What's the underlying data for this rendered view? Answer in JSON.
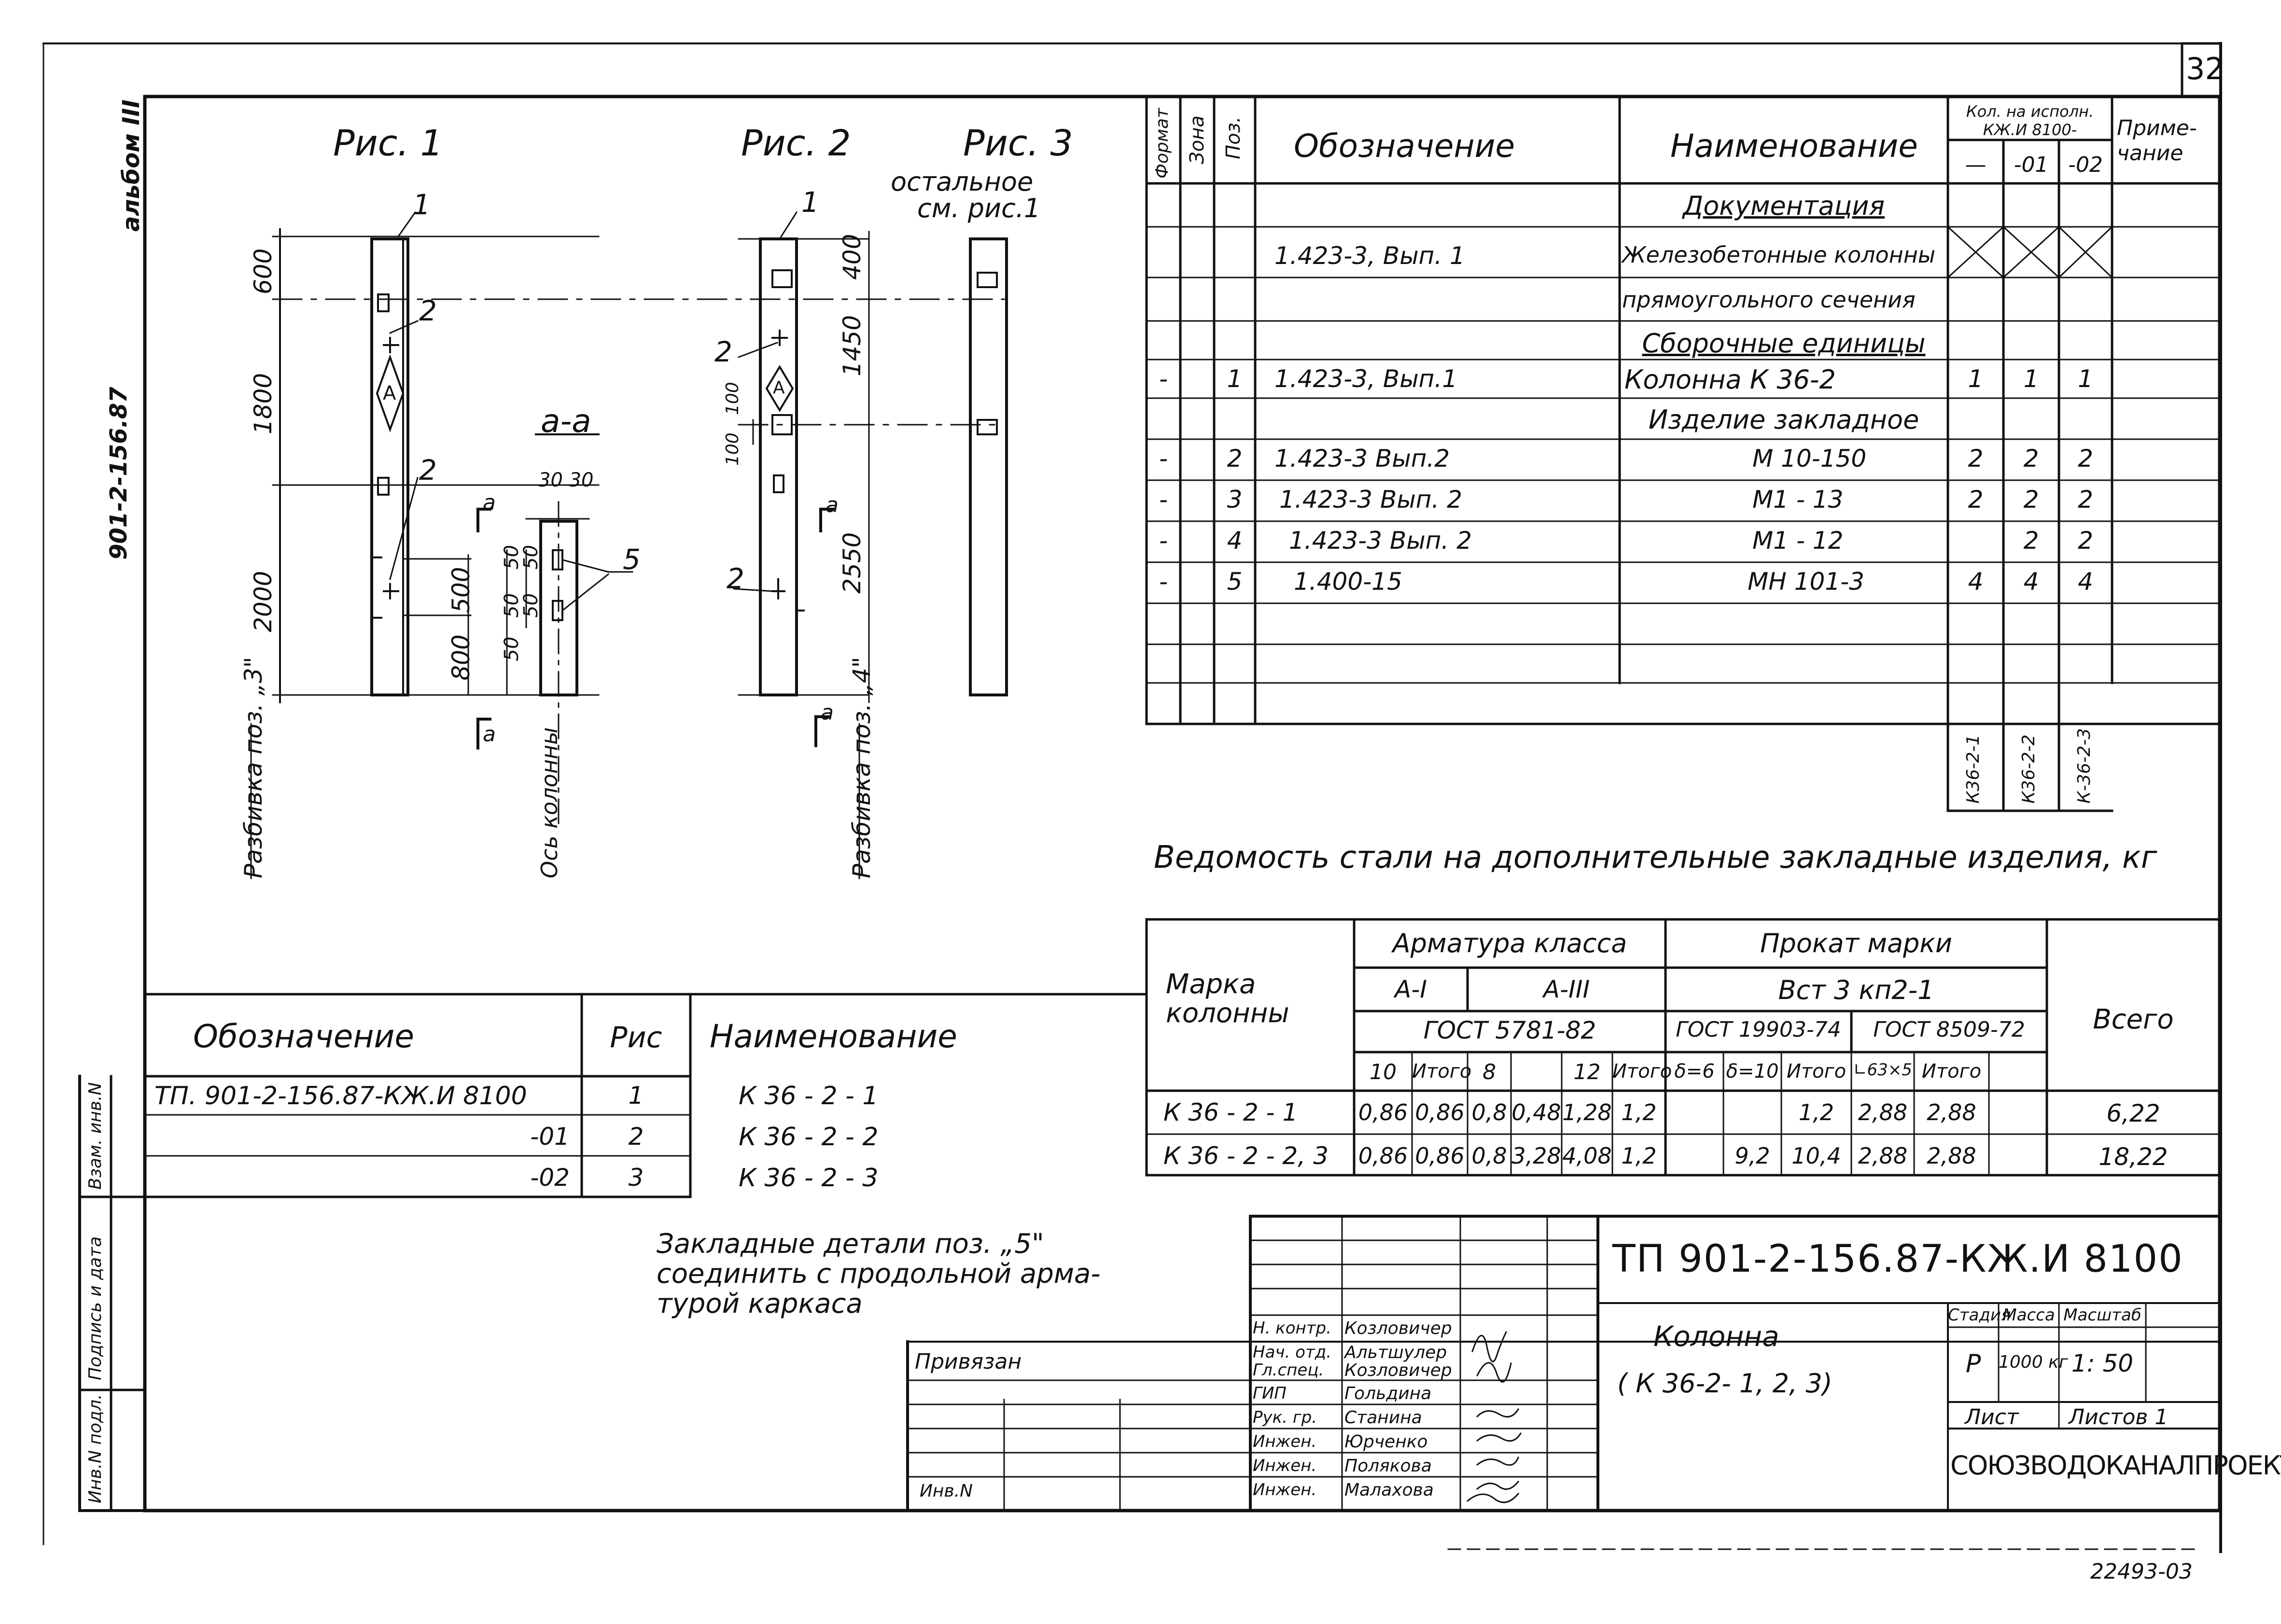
{
  "sheet_number": "32",
  "side_labels": {
    "album": "альбом III",
    "project": "901-2-156.87"
  },
  "figures": {
    "fig1_title": "Рис. 1",
    "fig2_title": "Рис. 2",
    "fig3_title": "Рис. 3",
    "fig3_note_line1": "остальное",
    "fig3_note_line2": "см. рис.1",
    "section_title": "а-а",
    "dims_fig1": [
      "600",
      "1800",
      "2000"
    ],
    "dims_fig1_inner": [
      "500",
      "800"
    ],
    "dims_fig2": [
      "400",
      "1450",
      "2550"
    ],
    "dims_fig2_inner": [
      "100",
      "100"
    ],
    "dims_section_top": "30 30",
    "dims_section": [
      "50",
      "50",
      "50",
      "50",
      "50"
    ],
    "callout_1": "1",
    "callout_2": "2",
    "callout_5": "5",
    "mark_A": "А",
    "cut_a": "а",
    "axis_column": "Ось колонны",
    "breakdown_fig1": "Разбивка поз. „3\"",
    "breakdown_fig2": "Разбивка поз. „4\""
  },
  "spec_table": {
    "headers": {
      "format": "Формат",
      "zone": "Зона",
      "pos": "Поз.",
      "designation": "Обозначение",
      "name": "Наименование",
      "qty_title": "Кол. на исполн. КЖ.И 8100-",
      "qty_cols": [
        "—",
        "-01",
        "-02"
      ],
      "note": "Приме-чание"
    },
    "rows": [
      {
        "dash": "",
        "pos": "",
        "designation": "",
        "name": "Документация",
        "q1": "",
        "q2": "",
        "q3": ""
      },
      {
        "dash": "",
        "pos": "",
        "designation": "1.423-3, Вып. 1",
        "name": "Железобетонные колонны",
        "q1": "",
        "q2": "",
        "q3": ""
      },
      {
        "dash": "",
        "pos": "",
        "designation": "",
        "name": "прямоугольного сечения",
        "q1": "",
        "q2": "",
        "q3": ""
      },
      {
        "dash": "",
        "pos": "",
        "designation": "",
        "name": "Сборочные единицы",
        "q1": "",
        "q2": "",
        "q3": ""
      },
      {
        "dash": "-",
        "pos": "1",
        "designation": "1.423-3, Вып.1",
        "name": "Колонна К 36-2",
        "q1": "1",
        "q2": "1",
        "q3": "1"
      },
      {
        "dash": "",
        "pos": "",
        "designation": "",
        "name": "Изделие закладное",
        "q1": "",
        "q2": "",
        "q3": ""
      },
      {
        "dash": "-",
        "pos": "2",
        "designation": "1.423-3 Вып.2",
        "name": "М 10-150",
        "q1": "2",
        "q2": "2",
        "q3": "2"
      },
      {
        "dash": "-",
        "pos": "3",
        "designation": "1.423-3 Вып. 2",
        "name": "М1 - 13",
        "q1": "2",
        "q2": "2",
        "q3": "2"
      },
      {
        "dash": "-",
        "pos": "4",
        "designation": "1.423-3 Вып. 2",
        "name": "М1 - 12",
        "q1": "",
        "q2": "2",
        "q3": "2"
      },
      {
        "dash": "-",
        "pos": "5",
        "designation": "1.400-15",
        "name": "МН 101-3",
        "q1": "4",
        "q2": "4",
        "q3": "4"
      }
    ],
    "footer_marks": [
      "К36-2-1",
      "К36-2-2",
      "К-36-2-3"
    ]
  },
  "steel_title": "Ведомость стали на дополнительные закладные изделия, кг",
  "steel_table": {
    "col_mark": "Марка колонны",
    "arm_class": "Арматура класса",
    "prokat": "Прокат марки",
    "a1": "А-I",
    "a3": "А-III",
    "vst": "Вст 3 кп2-1",
    "gost1": "ГОСТ 5781-82",
    "gost2": "ГОСТ 19903-74",
    "gost3": "ГОСТ 8509-72",
    "total": "Всего",
    "sub": [
      "10",
      "Итого",
      "8",
      "12",
      "Итого",
      "δ=6",
      "δ=10",
      "Итого",
      "∟63×5",
      "Итого"
    ],
    "rows": [
      {
        "mark": "К 36 - 2 - 1",
        "vals": [
          "0,86",
          "0,86",
          "0,8",
          "0,48",
          "1,28",
          "1,2",
          "",
          "1,2",
          "2,88",
          "2,88"
        ],
        "total": "6,22"
      },
      {
        "mark": "К 36 - 2 - 2, 3",
        "vals": [
          "0,86",
          "0,86",
          "0,8",
          "3,28",
          "4,08",
          "1,2",
          "9,2",
          "10,4",
          "2,88",
          "2,88"
        ],
        "total": "18,22"
      }
    ]
  },
  "ref_table": {
    "h_designation": "Обозначение",
    "h_fig": "Рис",
    "h_name": "Наименование",
    "rows": [
      {
        "designation": "ТП. 901-2-156.87-КЖ.И 8100",
        "fig": "1",
        "name": "К 36 - 2 - 1"
      },
      {
        "designation": "-01",
        "fig": "2",
        "name": "К 36 - 2 - 2"
      },
      {
        "designation": "-02",
        "fig": "3",
        "name": "К 36 - 2 - 3"
      }
    ]
  },
  "note": [
    "Закладные детали поз. „5\"",
    "соединить с продольной арма-",
    "турой каркаса"
  ],
  "left_strip": [
    "Взам. инв.N",
    "Подпись и дата",
    "Инв.N подл."
  ],
  "title_block": {
    "code": "ТП 901-2-156.87-КЖ.И 8100",
    "name_line1": "Колонна",
    "name_line2": "( К 36-2- 1, 2, 3)",
    "stage_label": "Стадия",
    "mass_label": "Масса",
    "scale_label": "Масштаб",
    "stage": "Р",
    "mass": "1000 кг",
    "scale": "1: 50",
    "sheet_label": "Лист",
    "sheets_label": "Листов 1",
    "org": "СОЮЗВОДОКАНАЛПРОЕКТ",
    "privyazan": "Привязан",
    "inv": "Инв.N",
    "signers": [
      {
        "role": "Н. контр.",
        "name": "Козловичер"
      },
      {
        "role": "Нач. отд.",
        "name": "Альтшулер"
      },
      {
        "role": "Гл.спец.",
        "name": "Козловичер"
      },
      {
        "role": "ГИП",
        "name": "Гольдина"
      },
      {
        "role": "Рук. гр.",
        "name": "Станина"
      },
      {
        "role": "Инжен.",
        "name": "Юрченко"
      },
      {
        "role": "Инжен.",
        "name": "Полякова"
      },
      {
        "role": "Инжен.",
        "name": "Малахова"
      }
    ]
  },
  "bottom_code": "22493-03"
}
